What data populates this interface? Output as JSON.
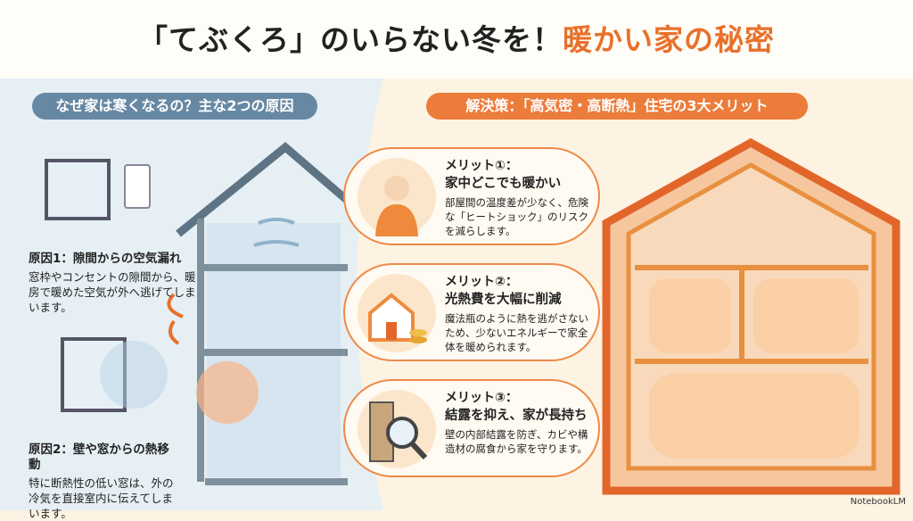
{
  "title": {
    "part1": "「てぶくろ」のいらない冬を！",
    "part2": "暖かい家の秘密"
  },
  "left": {
    "header": "なぜ家は寒くなるの？主な2つの原因",
    "causes": [
      {
        "title": "原因1：隙間からの空気漏れ",
        "body": "窓枠やコンセントの隙間から、暖房で暖めた空気が外へ逃げてしまいます。"
      },
      {
        "title": "原因2：壁や窓からの熱移動",
        "body": "特に断熱性の低い窓は、外の冷気を直接室内に伝えてしまいます。"
      }
    ]
  },
  "right": {
    "header": "解決策：「高気密・高断熱」住宅の3大メリット",
    "merits": [
      {
        "label": "メリット①：",
        "title": "家中どこでも暖かい",
        "body": "部屋間の温度差が少なく、危険な「ヒートショック」のリスクを減らします。",
        "icon": "smiling-person-icon"
      },
      {
        "label": "メリット②：",
        "title": "光熱費を大幅に削減",
        "body": "魔法瓶のように熱を逃がさないため、少ないエネルギーで家全体を暖められます。",
        "icon": "house-plug-coins-icon"
      },
      {
        "label": "メリット③：",
        "title": "結露を抑え、家が長持ち",
        "body": "壁の内部結露を防ぎ、カビや構造材の腐食から家を守ります。",
        "icon": "magnifier-wall-icon"
      }
    ]
  },
  "logo": "NotebookLM",
  "colors": {
    "accent": "#ec7c3a",
    "blue": "#6788a3"
  }
}
